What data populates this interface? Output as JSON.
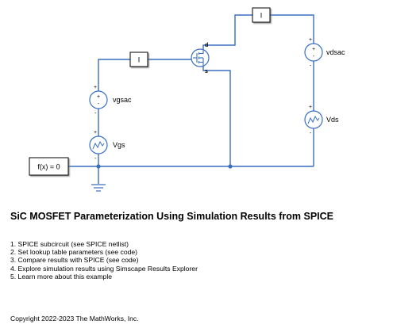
{
  "diagram": {
    "mosfet_terminals": {
      "drain": "d",
      "source": "s"
    },
    "sensor_label": "I",
    "sources": {
      "vgsac": "vgsac",
      "vgs": "Vgs",
      "vdsac": "vdsac",
      "vds": "Vds"
    },
    "polarity": {
      "plus": "+",
      "minus": "-"
    },
    "solver_block": "f(x) = 0",
    "wire_color": "#3a6fc0"
  },
  "title": "SiC MOSFET Parameterization Using Simulation Results from SPICE",
  "links": [
    "1. SPICE subcircuit (see SPICE netlist)",
    "2. Set lookup table parameters (see code)",
    "3. Compare results with SPICE  (see code)",
    "4. Explore simulation results using Simscape Results Explorer",
    "5. Learn more about this example"
  ],
  "copyright": "Copyright 2022-2023 The MathWorks, Inc."
}
